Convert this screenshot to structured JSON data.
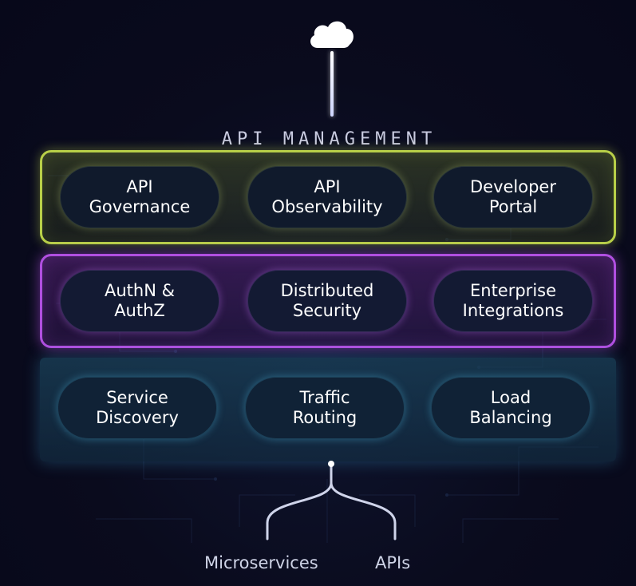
{
  "diagram": {
    "title": "API MANAGEMENT",
    "icons": {
      "top": "cloud-icon"
    },
    "layers": [
      {
        "id": "management",
        "color": "#b8cf48",
        "items": [
          {
            "line1": "API",
            "line2": "Governance"
          },
          {
            "line1": "API",
            "line2": "Observability"
          },
          {
            "line1": "Developer",
            "line2": "Portal"
          }
        ]
      },
      {
        "id": "security",
        "color": "#b04fe0",
        "items": [
          {
            "line1": "AuthN &",
            "line2": "AuthZ"
          },
          {
            "line1": "Distributed",
            "line2": "Security"
          },
          {
            "line1": "Enterprise",
            "line2": "Integrations"
          }
        ]
      },
      {
        "id": "networking",
        "color": "#38a0d2",
        "items": [
          {
            "line1": "Service",
            "line2": "Discovery"
          },
          {
            "line1": "Traffic",
            "line2": "Routing"
          },
          {
            "line1": "Load",
            "line2": "Balancing"
          }
        ]
      }
    ],
    "sources": {
      "left": "Microservices",
      "right": "APIs"
    }
  }
}
